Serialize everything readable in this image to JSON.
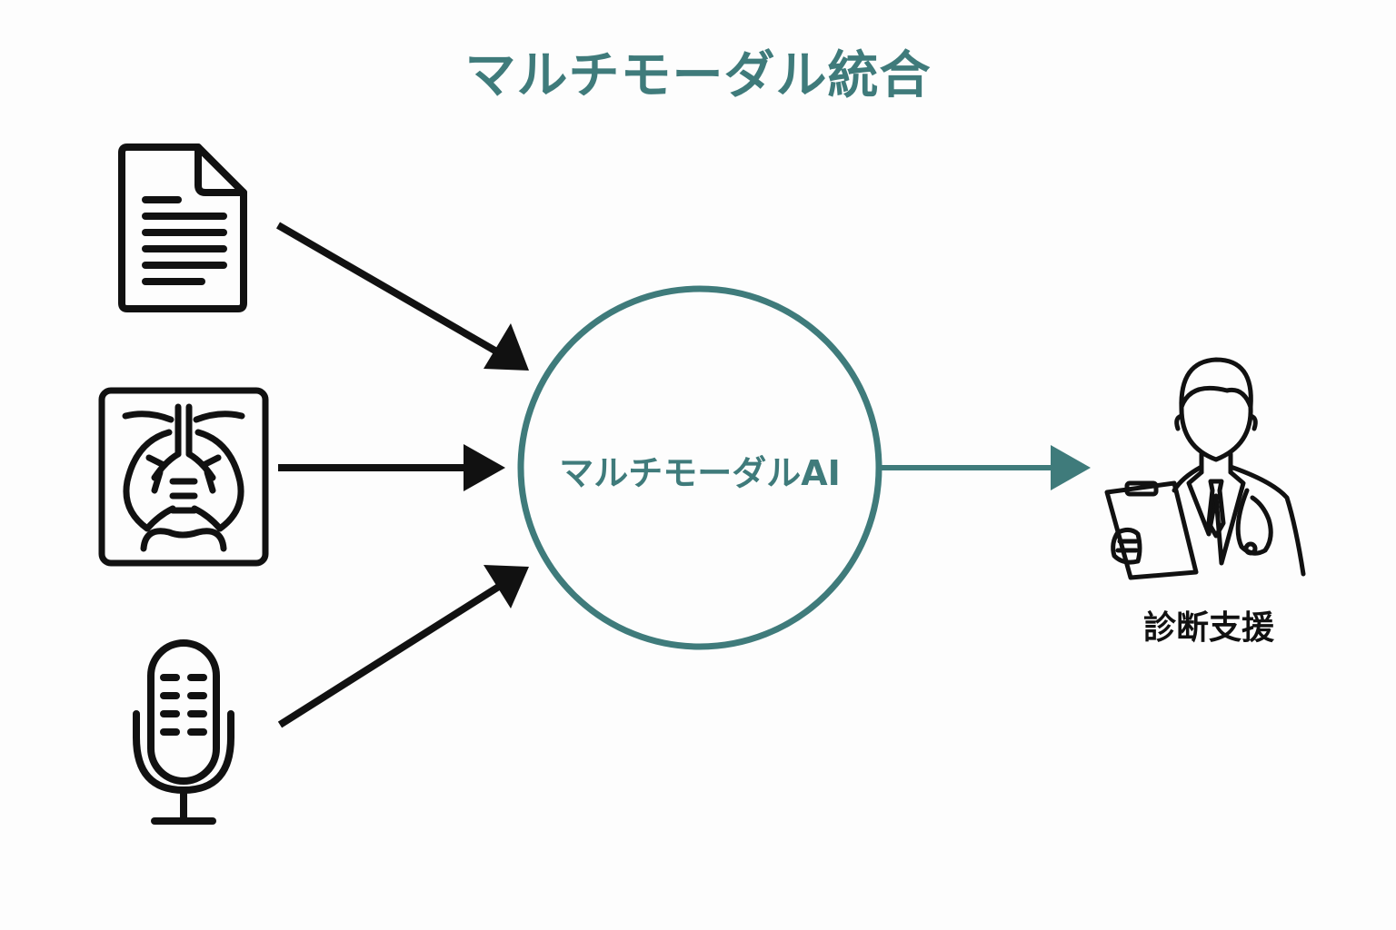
{
  "title": "マルチモーダル統合",
  "center_node": {
    "label": "マルチモーダルAI"
  },
  "output_node": {
    "label": "診断支援"
  },
  "inputs": [
    {
      "icon": "document-icon"
    },
    {
      "icon": "chest-xray-icon"
    },
    {
      "icon": "microphone-icon"
    }
  ],
  "colors": {
    "accent": "#3f7b7b",
    "arrow": "#111111",
    "background": "#fdfdfd"
  }
}
